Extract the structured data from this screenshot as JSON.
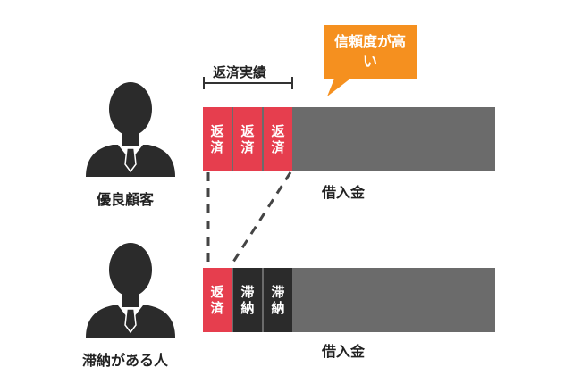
{
  "callout": {
    "text": "信頼度が高い",
    "color": "#f5901f"
  },
  "bracket_label": "返済実績",
  "top_row": {
    "person_label": "優良顧客",
    "segments": [
      "返済",
      "返済",
      "返済"
    ],
    "bar_label": "借入金"
  },
  "bottom_row": {
    "person_label": "滞納がある人",
    "segments": [
      "返済",
      "滞納",
      "滞納"
    ],
    "bar_label": "借入金"
  },
  "colors": {
    "repaid": "#e63e4e",
    "late": "#2b2b2b",
    "loan_bar": "#6b6b6b",
    "person": "#2b2b2b"
  },
  "icons": [
    "businessman-icon",
    "businessman-icon"
  ]
}
